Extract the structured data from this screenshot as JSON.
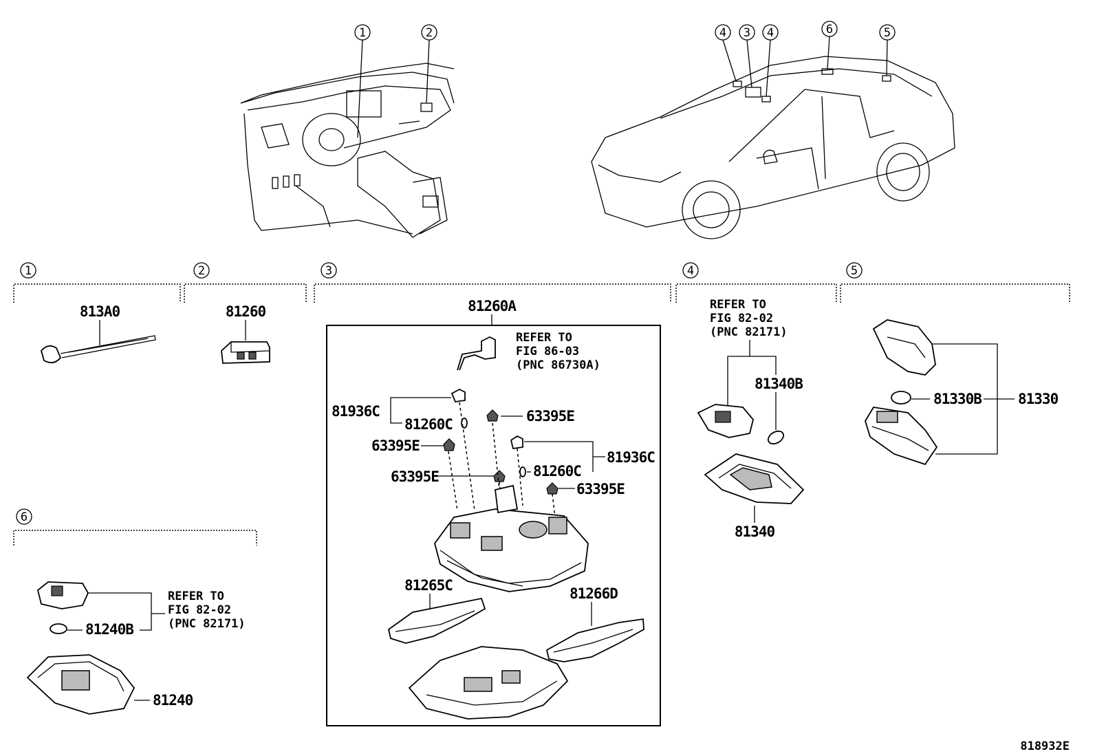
{
  "diagram_code": "818932E",
  "callout_numbers": [
    "1",
    "2",
    "3",
    "4",
    "5",
    "6"
  ],
  "car_callouts": [
    "4",
    "3",
    "4",
    "6",
    "5"
  ],
  "sections": [
    {
      "id": "1",
      "parts": [
        "813A0"
      ]
    },
    {
      "id": "2",
      "parts": [
        "81260"
      ]
    },
    {
      "id": "3",
      "assembly": "81260A",
      "parts": [
        "81936C",
        "81260C",
        "63395E",
        "63395E",
        "81936C",
        "81260C",
        "63395E",
        "63395E",
        "81265C",
        "81266D"
      ],
      "refer": [
        "REFER TO",
        "FIG 86-03",
        "(PNC 86730A)"
      ]
    },
    {
      "id": "4",
      "parts": [
        "81340B",
        "81340"
      ],
      "refer": [
        "REFER TO",
        "FIG 82-02",
        "(PNC 82171)"
      ]
    },
    {
      "id": "5",
      "parts": [
        "81330B",
        "81330"
      ]
    },
    {
      "id": "6",
      "parts": [
        "81240B",
        "81240"
      ],
      "refer": [
        "REFER TO",
        "FIG 82-02",
        "(PNC 82171)"
      ]
    }
  ]
}
